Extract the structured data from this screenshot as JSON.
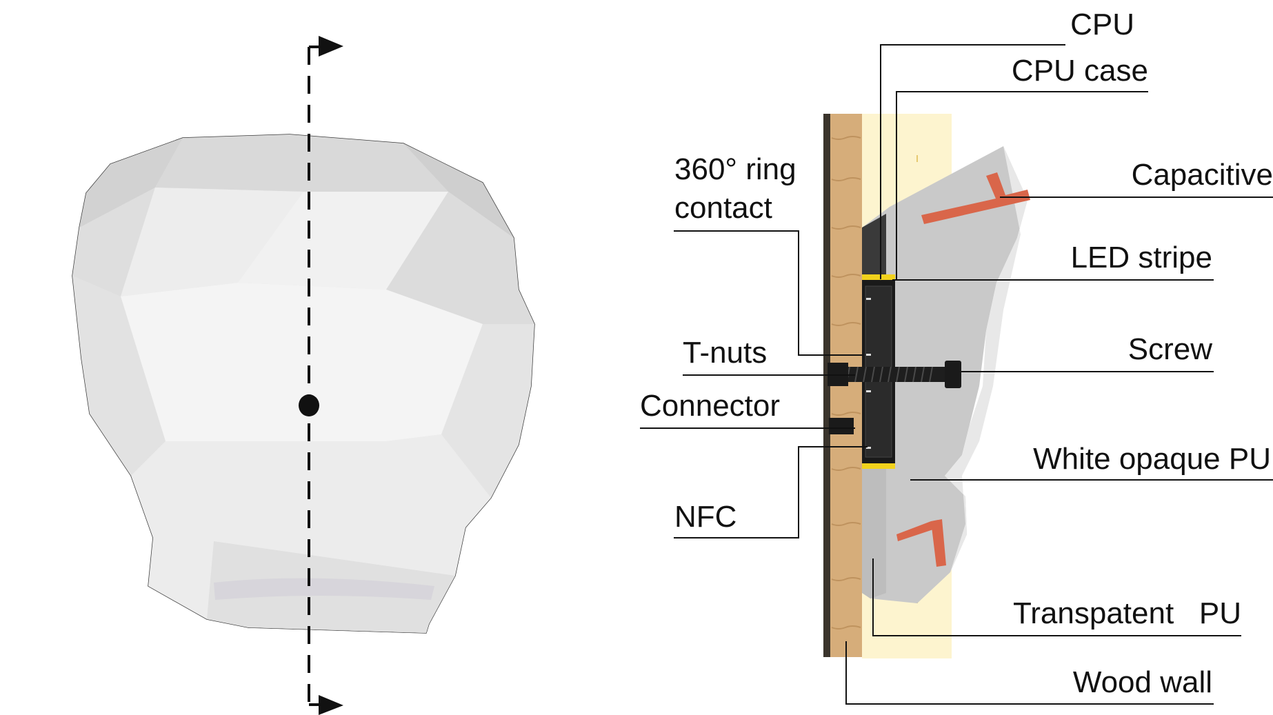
{
  "labels": {
    "cpu": "CPU",
    "cpu_case": "CPU case",
    "ring_contact_line1": "360° ring",
    "ring_contact_line2": "contact",
    "capacitive": "Capacitive",
    "led_stripe": "LED stripe",
    "t_nuts": "T-nuts",
    "screw": "Screw",
    "connector": "Connector",
    "white_pu": "White opaque PU",
    "nfc": "NFC",
    "transparent_pu": "Transpatent   PU",
    "wood_wall": "Wood wall"
  },
  "colors": {
    "wood": "#d6ad7a",
    "wood_grain": "#b98c58",
    "light_glow": "#fdf4cf",
    "pu_grey": "#c9c9c9",
    "pcb_black": "#1a1a1a",
    "led_yellow": "#f2d21c",
    "sensor_orange": "#d9664a",
    "photo_white": "#ececec"
  }
}
